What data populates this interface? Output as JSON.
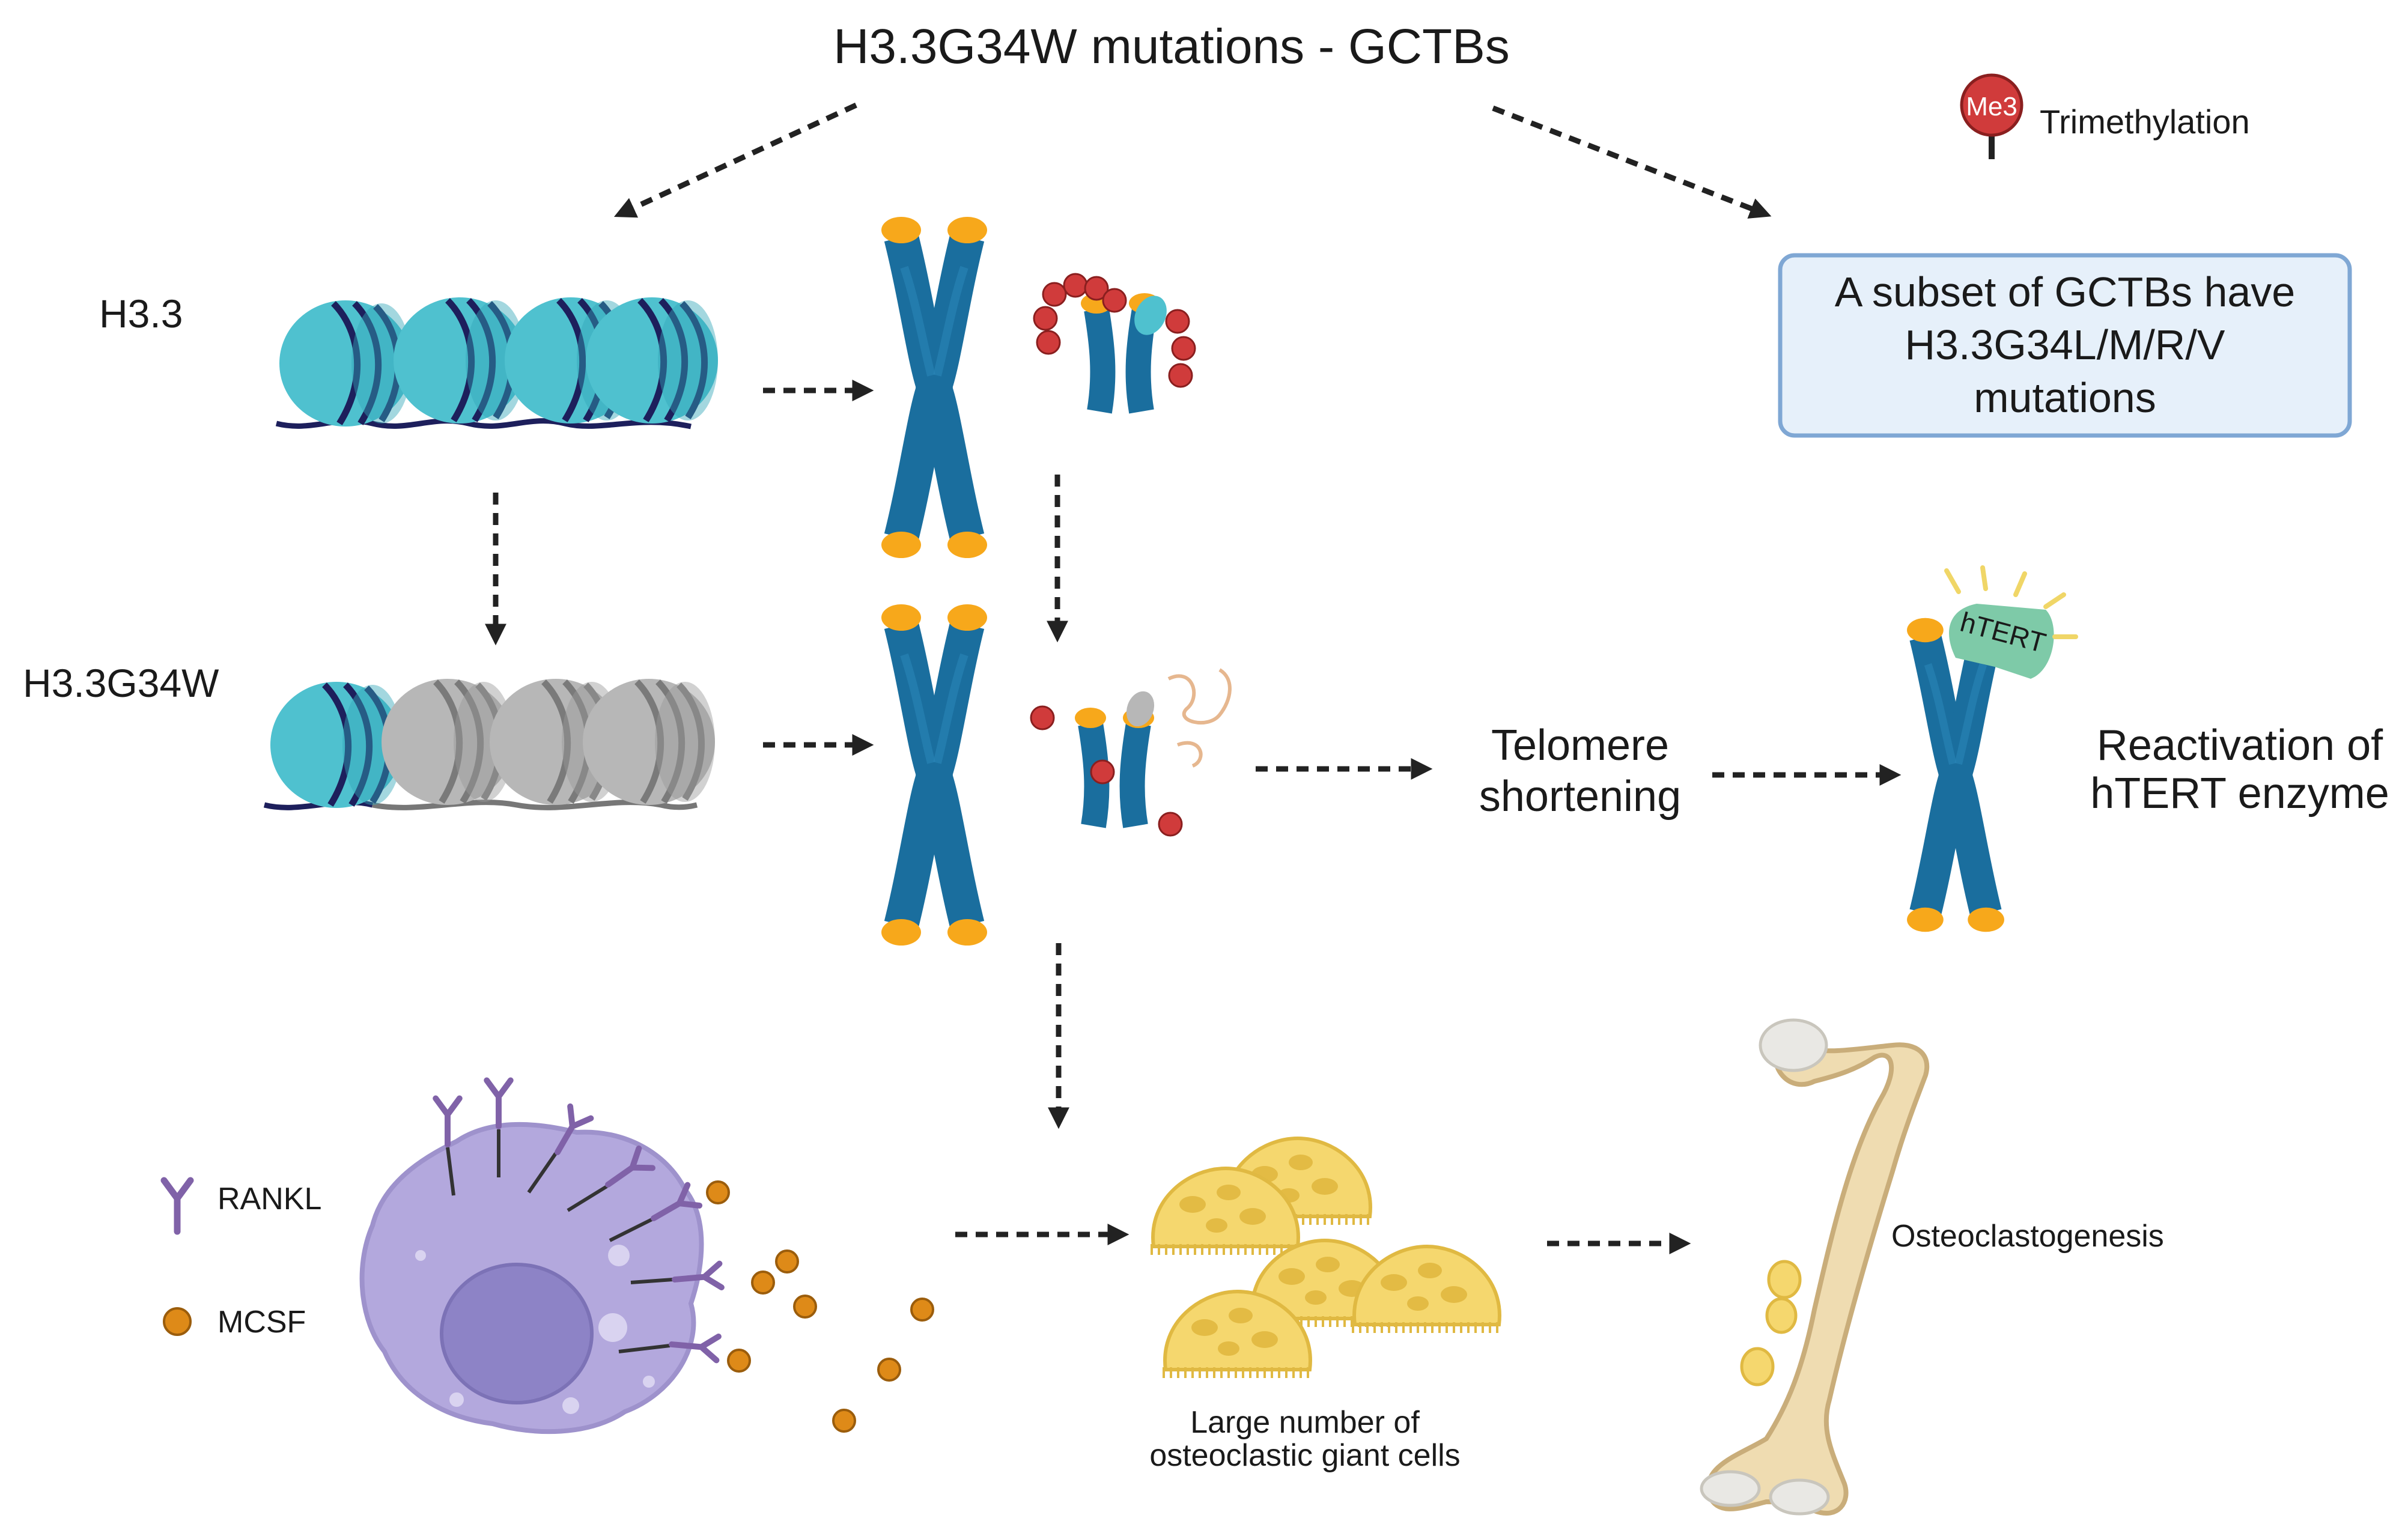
{
  "diagram": {
    "title": "H3.3G34W mutations - GCTBs",
    "legend": {
      "me3_badge": "Me3",
      "trimethylation_label": "Trimethylation",
      "rankl_label": "RANKL",
      "mcsf_label": "MCSF"
    },
    "rows": {
      "h33_label": "H3.3",
      "h33g34w_label": "H3.3G34W"
    },
    "subset_box": {
      "lines": [
        "A subset of GCTBs have",
        "H3.3G34L/M/R/V",
        "mutations"
      ]
    },
    "telomere": {
      "lines": [
        "Telomere",
        "shortening"
      ]
    },
    "htert": {
      "badge": "hTERT",
      "lines": [
        "Reactivation of",
        "hTERT enzyme"
      ]
    },
    "giant_cells": {
      "lines": [
        "Large number of",
        "osteoclastic giant cells"
      ]
    },
    "bone": {
      "label": "Osteoclastogenesis"
    },
    "colors": {
      "nucleosome_teal": "#4fc1cf",
      "nucleosome_gray": "#b7b7b7",
      "dna_navy": "#1d1f5c",
      "chromosome_blue": "#1a6e9e",
      "telomere_orange": "#f7a81b",
      "me3_red": "#d03b3b",
      "cell_lavender": "#b3a8dd",
      "nucleus_purple": "#8d83c6",
      "rankl_purple": "#8062a8",
      "mcsf_orange": "#de8a18",
      "giant_cell_yellow": "#f5d76e",
      "bone_beige": "#efdcb1",
      "htert_green": "#7ecaa8",
      "box_fill": "#e6f0fa",
      "box_border": "#7fa7d4"
    }
  }
}
